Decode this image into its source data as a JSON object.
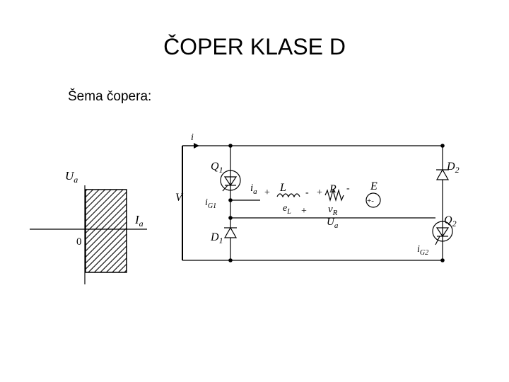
{
  "slide": {
    "title": "ČOPER KLASE D",
    "subtitle": "Šema čopera:"
  },
  "labels": {
    "i_main": "i",
    "Q1": "Q",
    "Q1_sub": "1",
    "D2": "D",
    "D2_sub": "2",
    "Ua_axis": "U",
    "Ua_axis_sub": "a",
    "V": "V",
    "iG1": "i",
    "iG1_sub": "G1",
    "Ia_axis": "I",
    "Ia_axis_sub": "a",
    "zero": "0",
    "D1": "D",
    "D1_sub": "1",
    "ia": "i",
    "ia_sub": "a",
    "L": "L",
    "R": "R",
    "E": "E",
    "eL": "e",
    "eL_sub": "L",
    "vR": "v",
    "vR_sub": "R",
    "Ua_load": "U",
    "Ua_load_sub": "a",
    "Q2": "Q",
    "Q2_sub": "2",
    "iG2": "i",
    "iG2_sub": "G2",
    "plus": "+",
    "minus": "-",
    "E_signs": "+-"
  }
}
